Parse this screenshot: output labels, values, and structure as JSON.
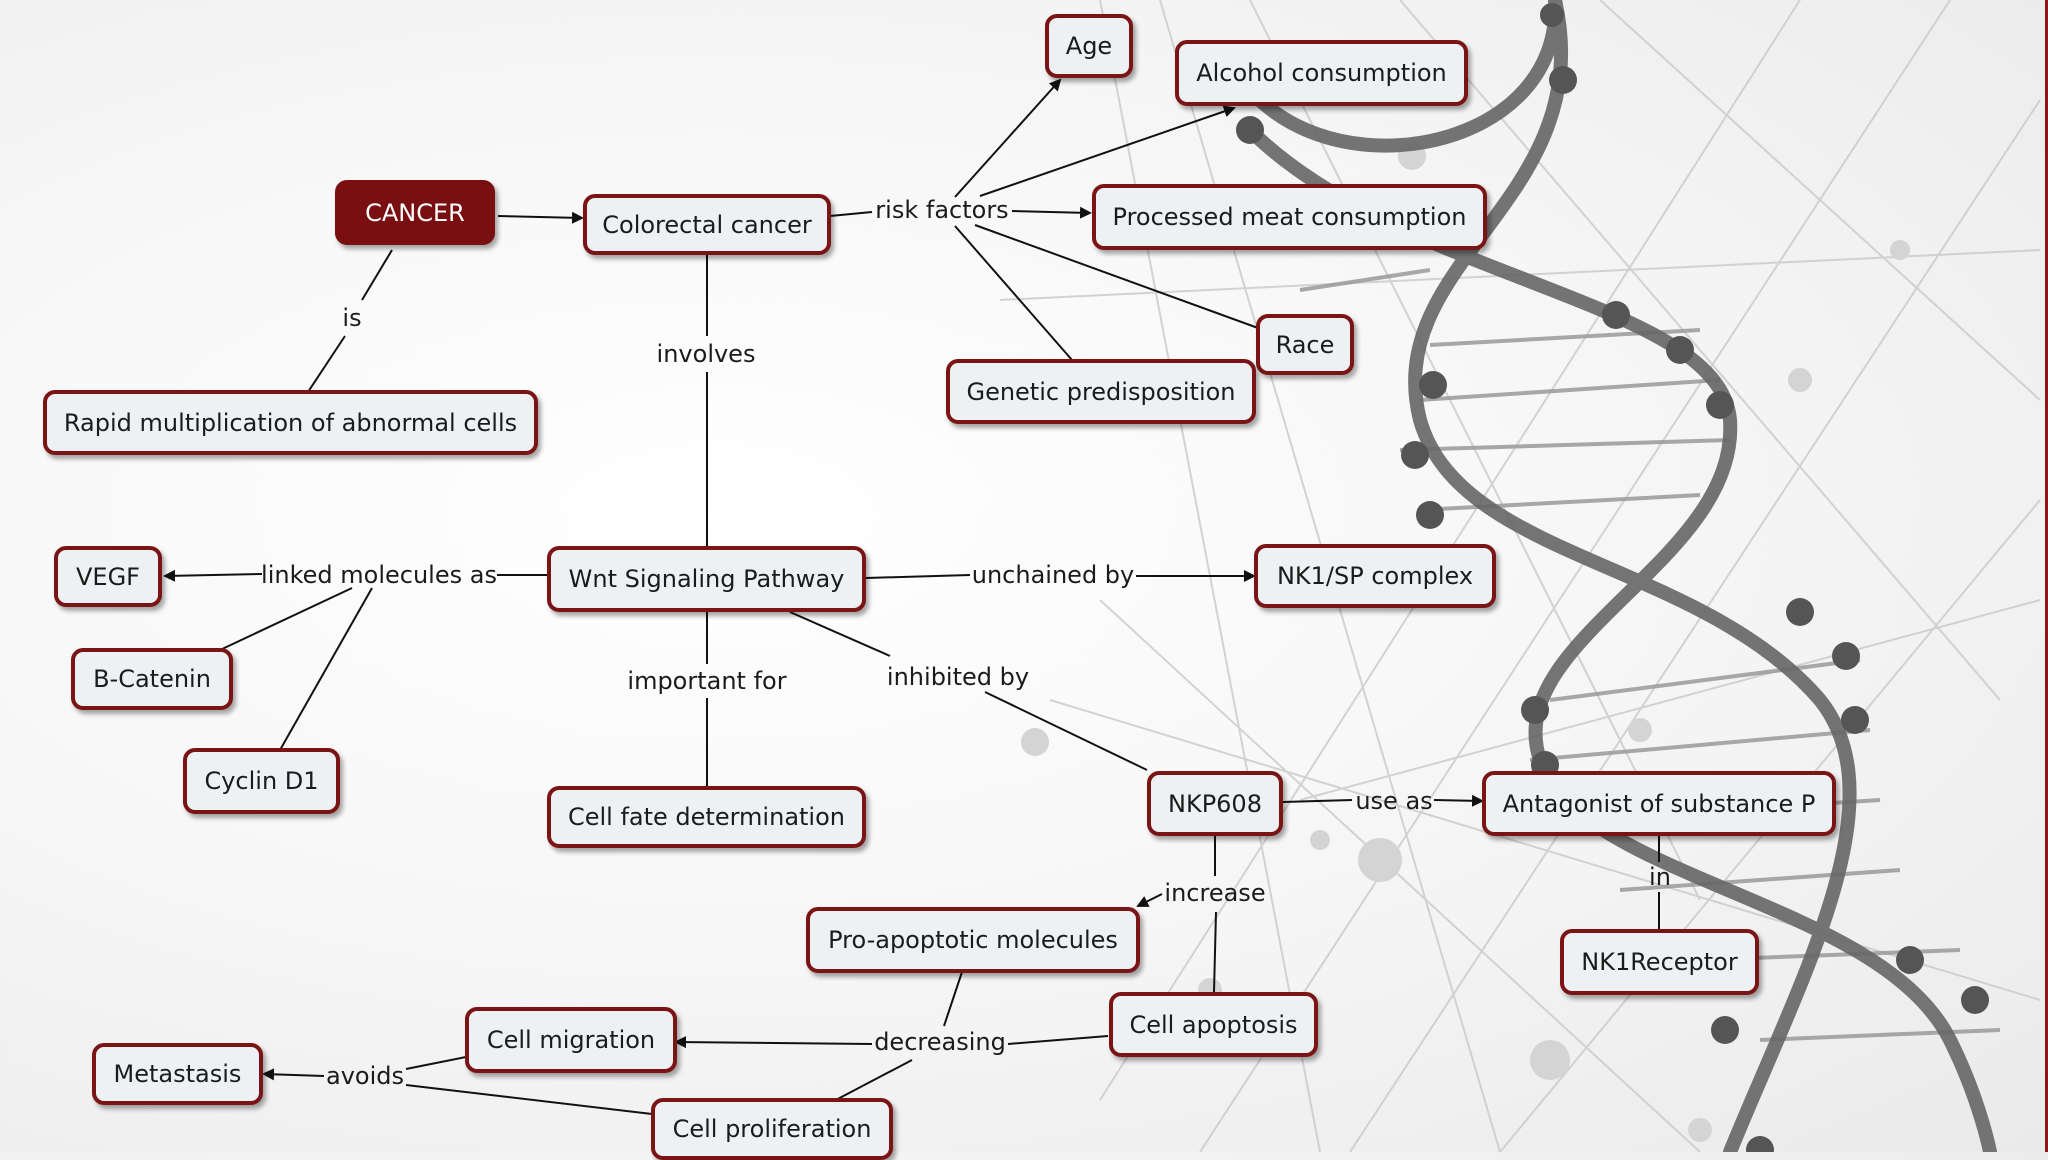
{
  "nodes": {
    "cancer": "CANCER",
    "colorectal": "Colorectal cancer",
    "rapid": "Rapid multiplication of abnormal cells",
    "age": "Age",
    "alcohol": "Alcohol consumption",
    "meat": "Processed meat consumption",
    "race": "Race",
    "genetic": "Genetic predisposition",
    "wnt": "Wnt Signaling Pathway",
    "vegf": "VEGF",
    "bcatenin": "B-Catenin",
    "cyclin": "Cyclin D1",
    "nk1sp": "NK1/SP complex",
    "cellfate": "Cell fate determination",
    "nkp608": "NKP608",
    "antagonist": "Antagonist of substance P",
    "nk1receptor": "NK1Receptor",
    "proapop": "Pro-apoptotic molecules",
    "apoptosis": "Cell apoptosis",
    "migration": "Cell migration",
    "metastasis": "Metastasis",
    "proliferation": "Cell proliferation"
  },
  "links": {
    "is": "is",
    "risk_factors": "risk factors",
    "involves": "involves",
    "linked_molecules_as": "linked molecules as",
    "unchained_by": "unchained by",
    "important_for": "important for",
    "inhibited_by": "inhibited by",
    "use_as": "use as",
    "in": "in",
    "increase": "increase",
    "decreasing": "decreasing",
    "avoids": "avoids"
  },
  "colors": {
    "node_border": "#7b1515",
    "root_fill": "#7a0f12",
    "node_fill": "#eef1f3",
    "edge": "#111111"
  }
}
